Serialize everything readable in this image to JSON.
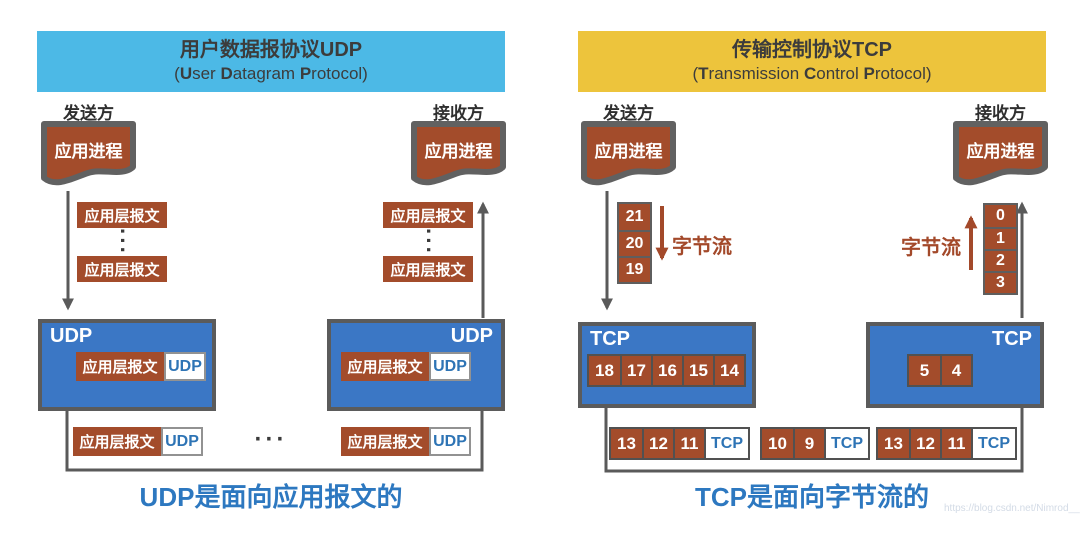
{
  "udp": {
    "title": "用户数据报协议UDP",
    "subtitle_parts": [
      "(",
      "U",
      "ser ",
      "D",
      "atagram ",
      "P",
      "rotocol)"
    ],
    "sender_label": "发送方",
    "receiver_label": "接收方",
    "app_process_label": "应用进程",
    "message_label": "应用层报文",
    "protocol_tag": "UDP",
    "ellipsis": "···",
    "caption": "UDP是面向应用报文的"
  },
  "tcp": {
    "title": "传输控制协议TCP",
    "subtitle_parts": [
      "(",
      "T",
      "ransmission ",
      "C",
      "ontrol ",
      "P",
      "rotocol)"
    ],
    "sender_label": "发送方",
    "receiver_label": "接收方",
    "app_process_label": "应用进程",
    "protocol_tag": "TCP",
    "byte_stream_label": "字节流",
    "sender_byte_stack": [
      "21",
      "20",
      "19"
    ],
    "receiver_byte_stack": [
      "0",
      "1",
      "2",
      "3"
    ],
    "sender_buffer_cells": [
      "18",
      "17",
      "16",
      "15",
      "14"
    ],
    "receiver_buffer_cells": [
      "5",
      "4"
    ],
    "segments": [
      {
        "cells": [
          "13",
          "12",
          "11"
        ],
        "tag": "TCP"
      },
      {
        "cells": [
          "10",
          "9"
        ],
        "tag": "TCP"
      },
      {
        "cells": [
          "13",
          "12",
          "11"
        ],
        "tag": "TCP"
      }
    ],
    "caption": "TCP是面向字节流的"
  },
  "watermark": "https://blog.csdn.net/Nimrod__",
  "colors": {
    "udp_header_bg": "#4cb9e6",
    "tcp_header_bg": "#edc43c",
    "panel_blue": "#3b77c5",
    "box_brown": "#a34c2b",
    "tag_text_blue": "#2e74b5",
    "caption_blue": "#2d78c0",
    "byte_stream_brown": "#a3492a",
    "connector_gray": "#5a5a5a"
  }
}
